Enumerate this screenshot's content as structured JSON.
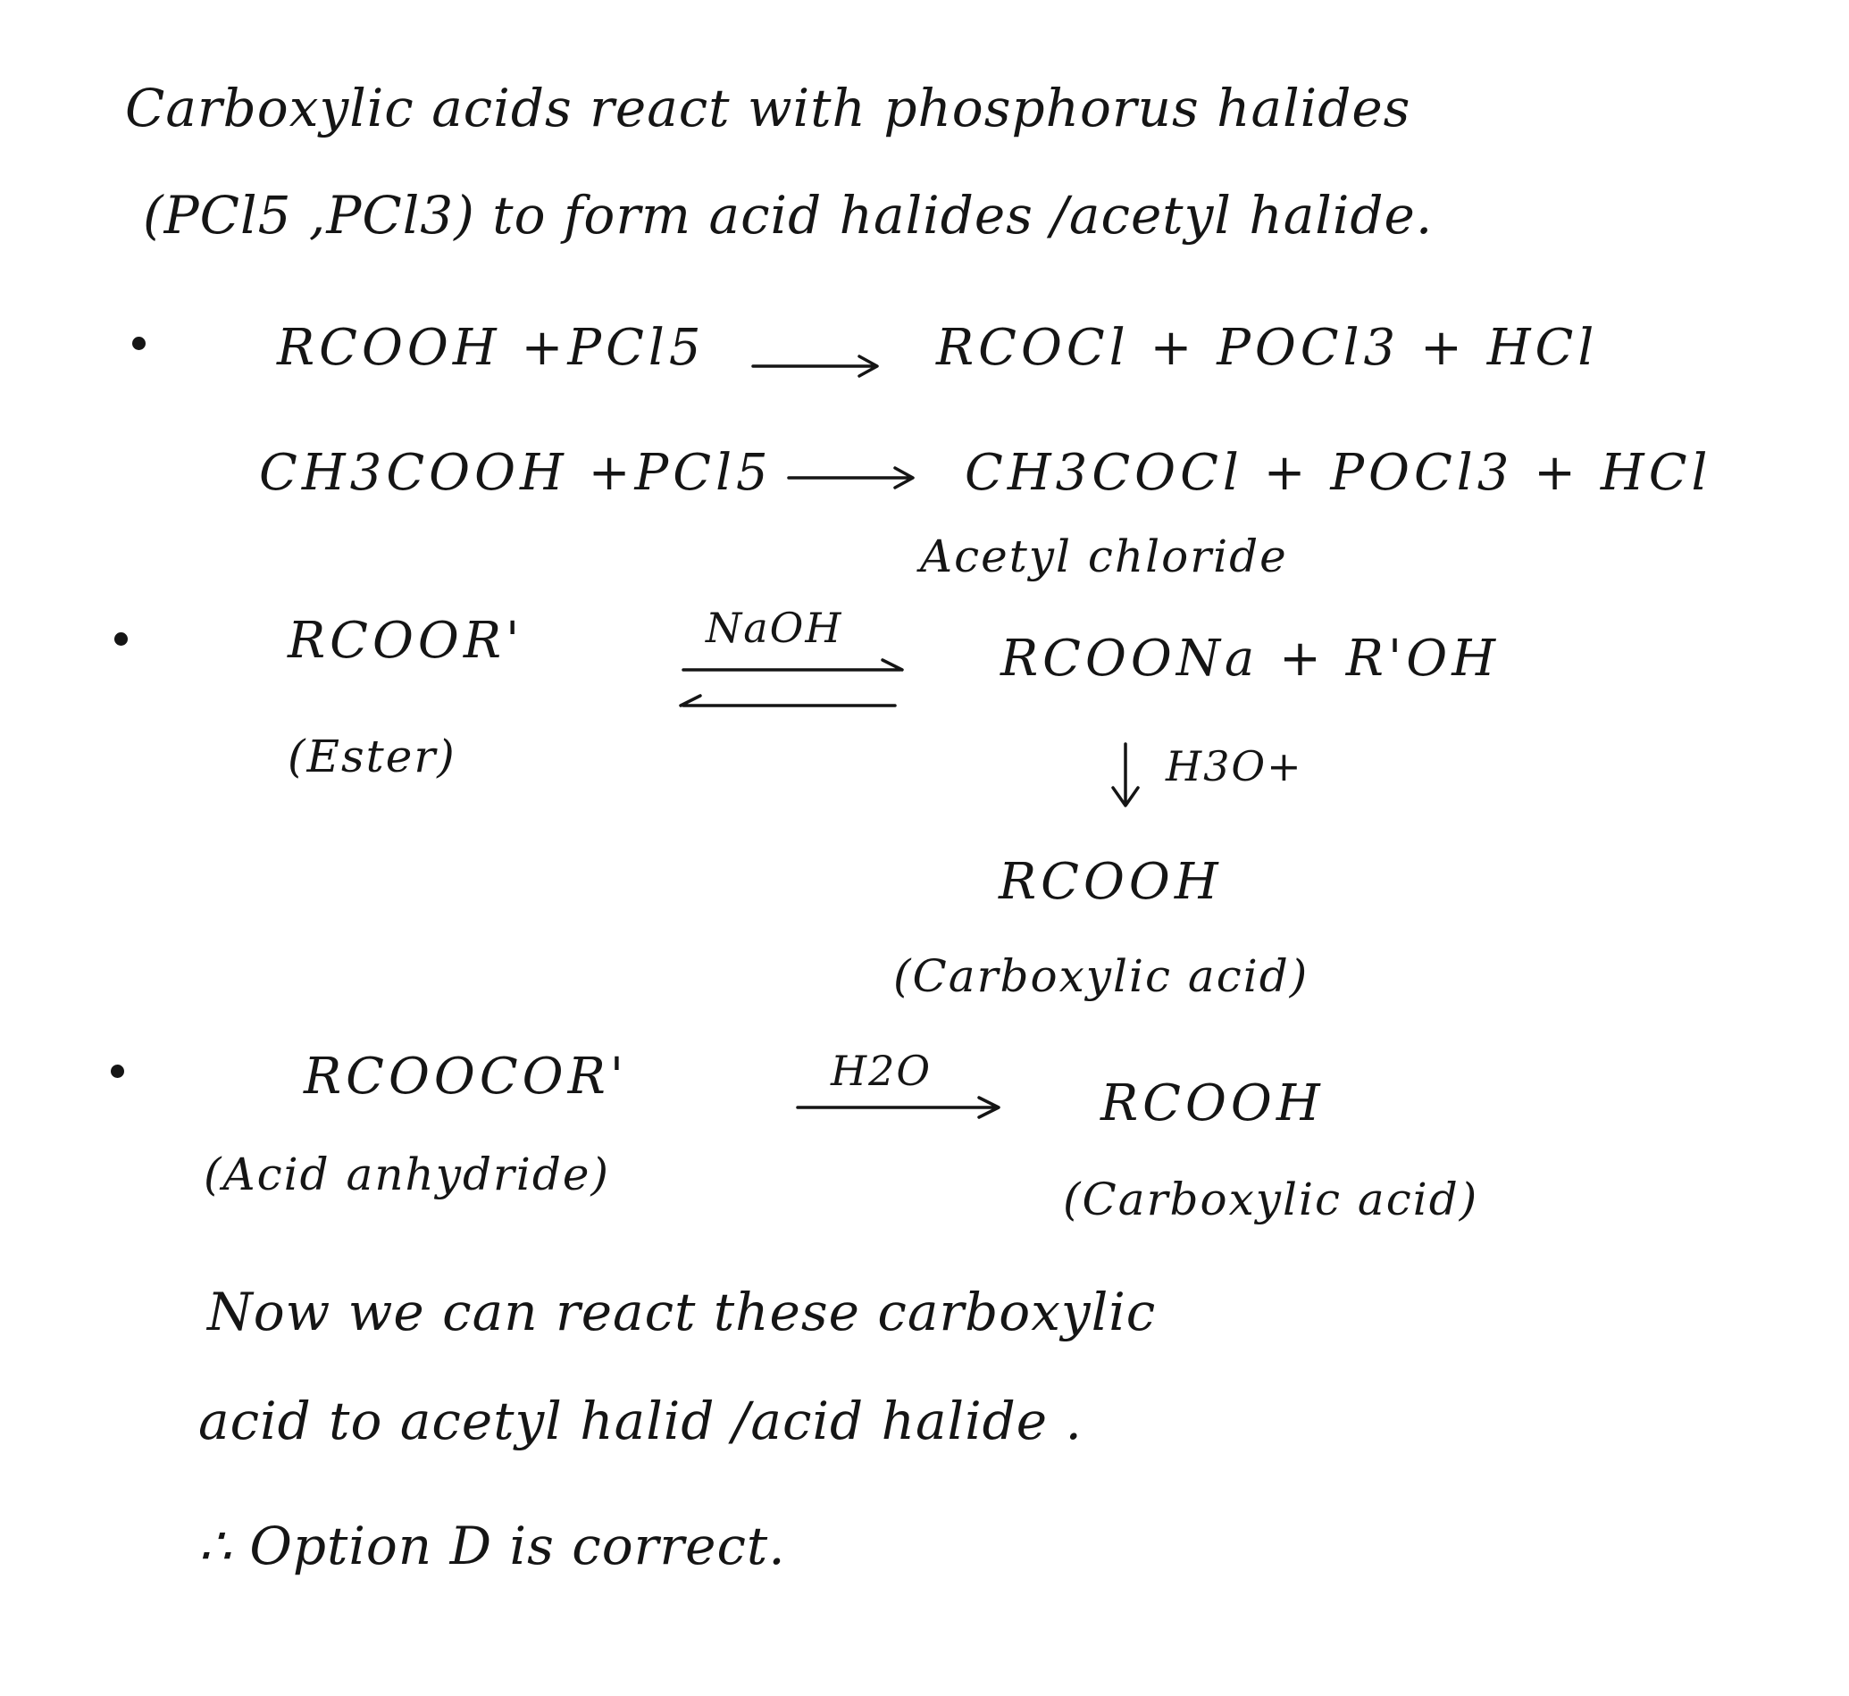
{
  "intro": {
    "line1": "Carboxylic acids react with phosphorus halides",
    "line2": "(PCl5 ,PCl3) to form acid halides /acetyl halide."
  },
  "reaction1": {
    "general": {
      "lhs": "RCOOH +PCl5",
      "rhs": "RCOCl + POCl3 + HCl"
    },
    "example": {
      "lhs": "CH3COOH +PCl5",
      "rhs": "CH3COCl + POCl3 + HCl",
      "product_label": "Acetyl chloride"
    }
  },
  "reaction2": {
    "reactant": "RCOOR'",
    "reactant_label": "(Ester)",
    "reagent": "NaOH",
    "products": "RCOONa + R'OH",
    "step_reagent": "H3O+",
    "final_product": "RCOOH",
    "final_label": "(Carboxylic acid)"
  },
  "reaction3": {
    "reactant": "RCOOCOR'",
    "reactant_label": "(Acid anhydride)",
    "reagent": "H2O",
    "product": "RCOOH",
    "product_label": "(Carboxylic acid)"
  },
  "conclusion": {
    "line1": "Now we can react these carboxylic",
    "line2": "acid to acetyl halid /acid halide .",
    "line3": "∴ Option D is correct."
  }
}
